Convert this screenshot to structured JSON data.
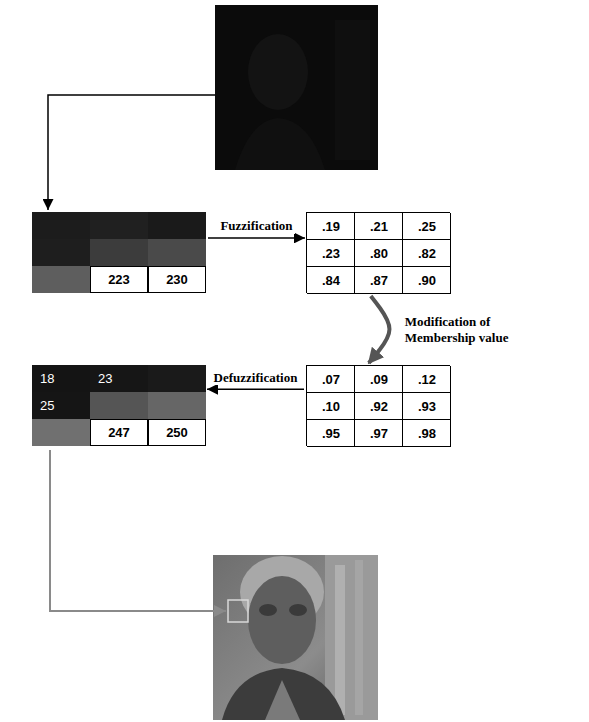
{
  "diagram": {
    "nodes": [
      {
        "text": [
          "223",
          "230"
        ]
      },
      {
        "text": [
          ".19",
          ".21",
          ".25",
          ".23",
          ".80",
          ".82",
          ".84",
          ".87",
          ".90"
        ]
      },
      {
        "text": [
          "18",
          "23",
          "25",
          "247",
          "250"
        ]
      },
      {
        "text": [
          ".07",
          ".09",
          ".12",
          ".10",
          ".92",
          ".93",
          ".95",
          ".97",
          ".98"
        ]
      }
    ],
    "edges": [
      {
        "from": 0,
        "to": 1,
        "arrow": "to",
        "label": "Fuzzification"
      },
      {
        "from": 1,
        "to": 3,
        "arrow": "to",
        "label": "Modification of Membership value"
      },
      {
        "from": 3,
        "to": 2,
        "arrow": "to",
        "label": "Defuzzification"
      }
    ]
  }
}
